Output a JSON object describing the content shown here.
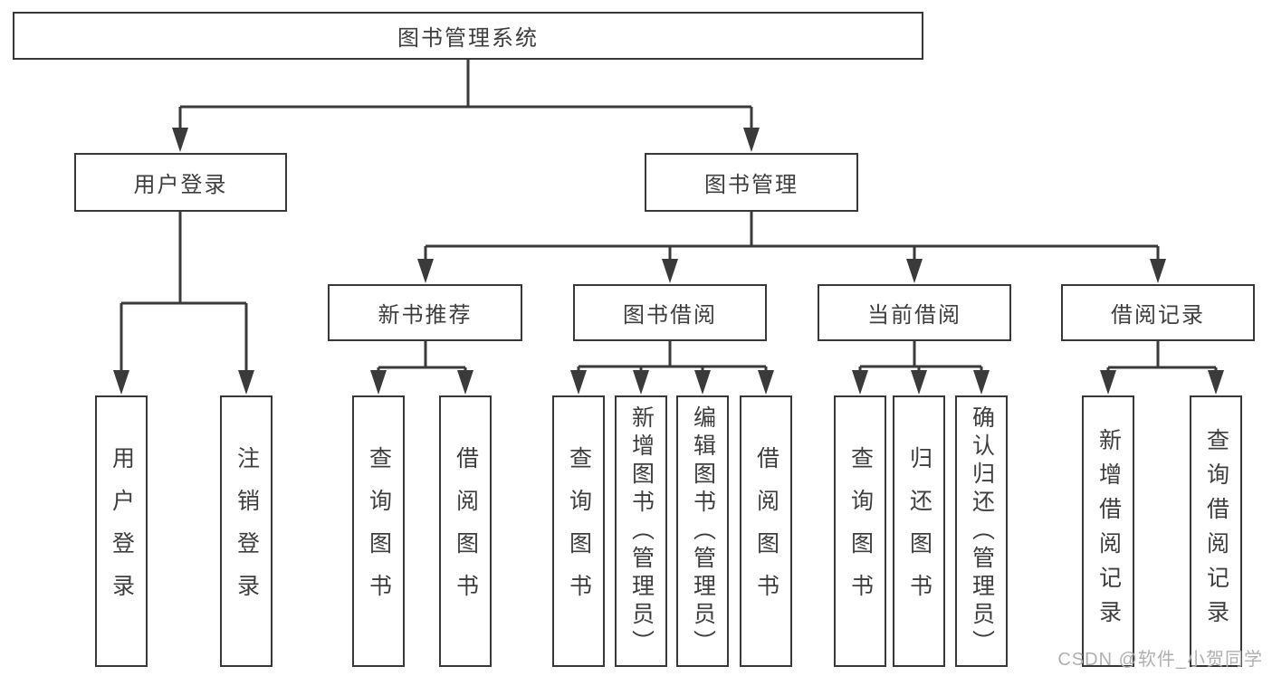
{
  "diagram": {
    "title": "图书管理系统",
    "level2": {
      "user_login": "用户登录",
      "book_management": "图书管理"
    },
    "level3": {
      "new_book_recommend": "新书推荐",
      "book_borrow": "图书借阅",
      "current_borrow": "当前借阅",
      "borrow_record": "借阅记录"
    },
    "leaves": {
      "user_login": "用户登录",
      "logout_login": "注销登录",
      "nb_query_book": "查询图书",
      "nb_borrow_book": "借阅图书",
      "bb_query_book": "查询图书",
      "bb_add_book": "新增图书（管理员）",
      "bb_edit_book": "编辑图书（管理员）",
      "bb_borrow_book": "借阅图书",
      "cb_query_book": "查询图书",
      "cb_return_book": "归还图书",
      "cb_confirm_return": "确认归还（管理员）",
      "br_add_record": "新增借阅记录",
      "br_query_record": "查询借阅记录"
    },
    "watermark": "CSDN @软件_小贺同学",
    "colors": {
      "line": "#3a3a3a",
      "text": "#3e3e3e",
      "watermark": "#b0b0b0",
      "background": "#ffffff"
    }
  }
}
